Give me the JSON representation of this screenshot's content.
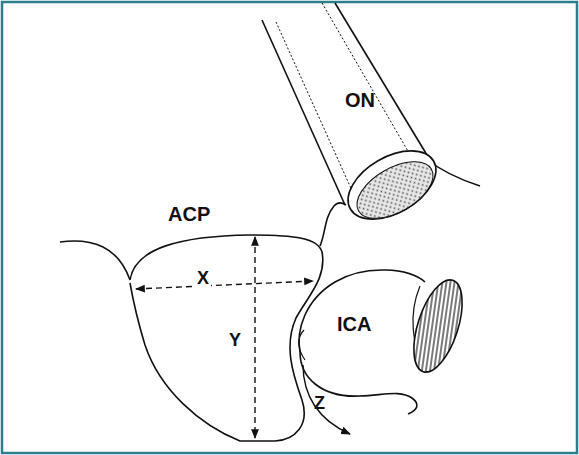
{
  "diagram": {
    "labels": [
      "ON",
      "ACP",
      "X",
      "Y",
      "ICA",
      "Z"
    ]
  }
}
